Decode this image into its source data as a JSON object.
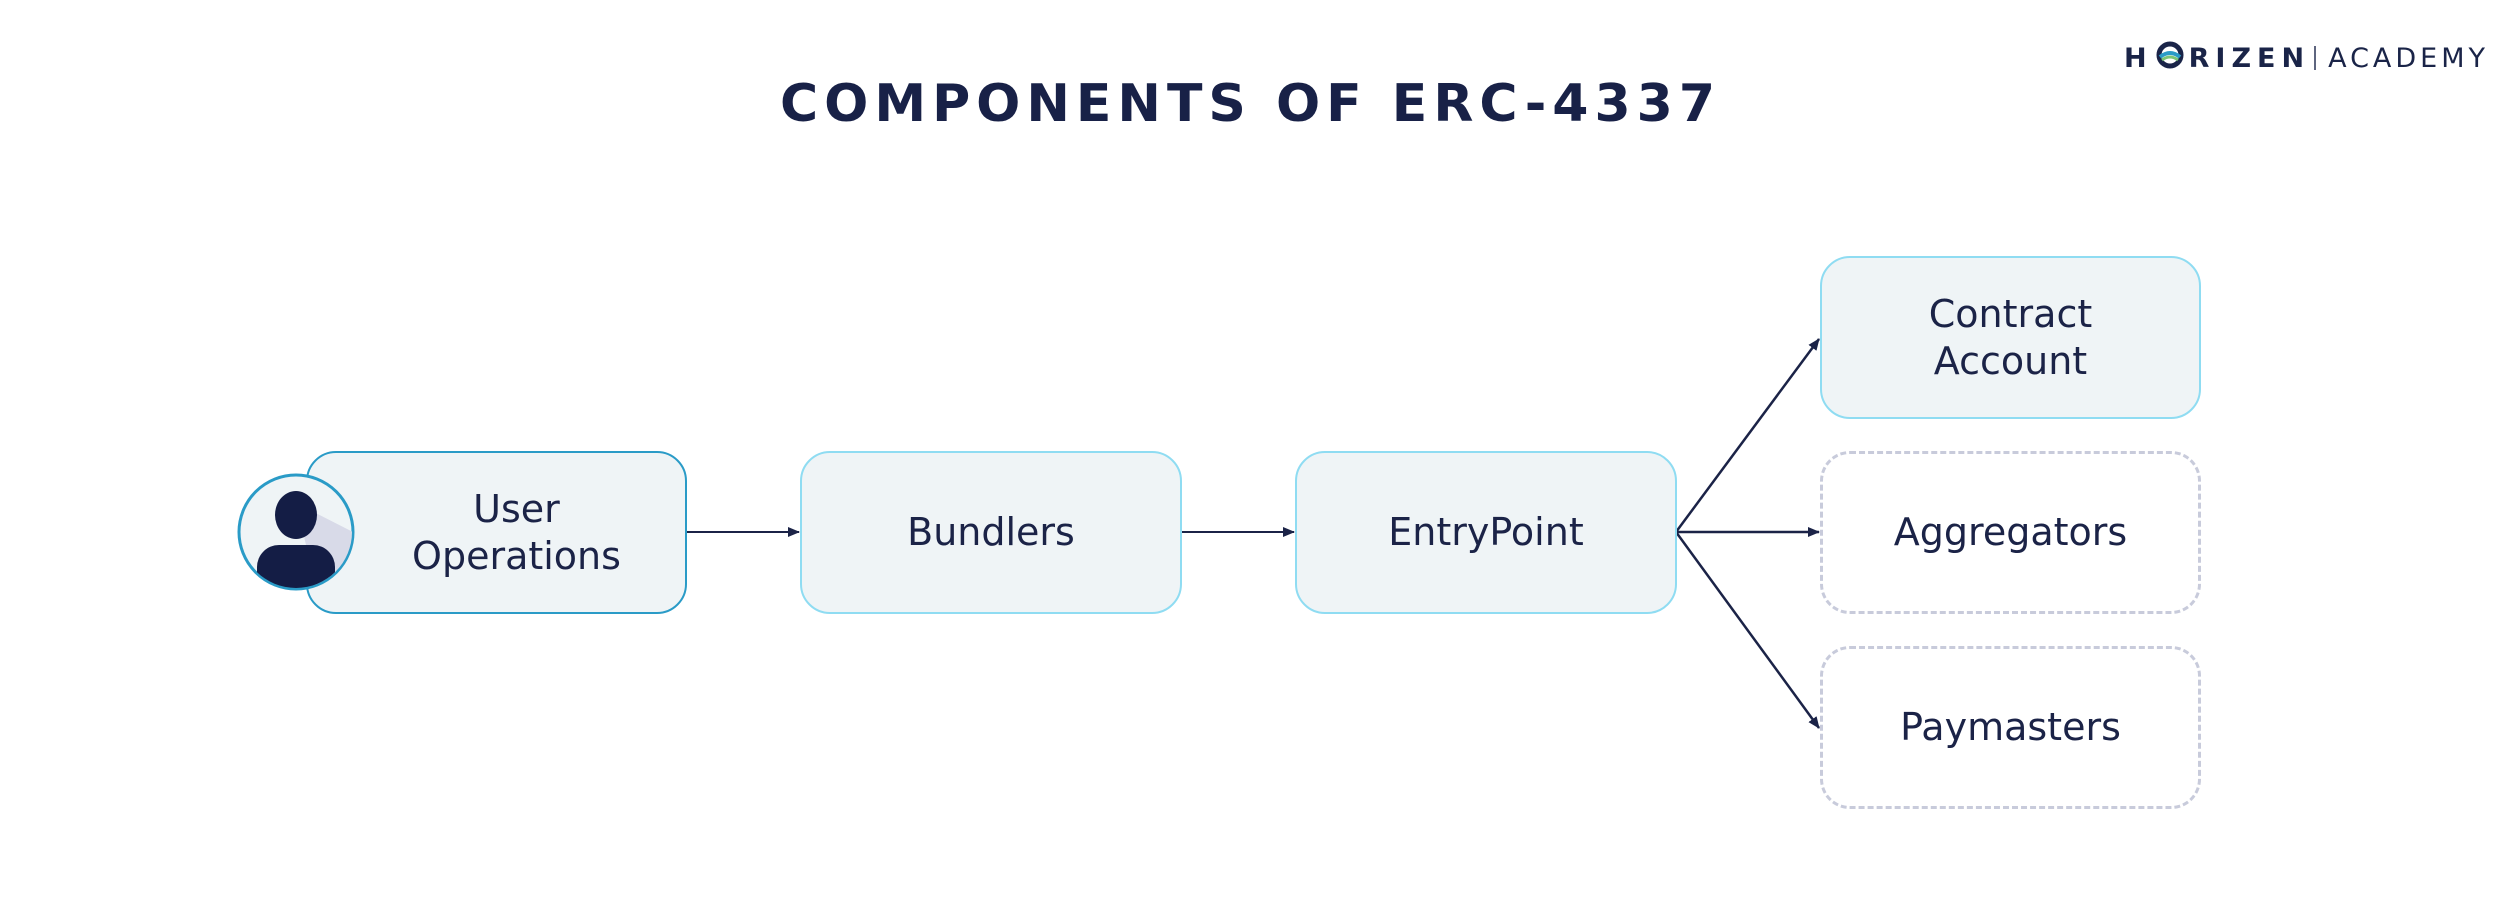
{
  "logo": {
    "left": "H",
    "right": "RIZEN",
    "academy": "ACADEMY"
  },
  "title": "COMPONENTS OF ERC-4337",
  "nodes": {
    "user_operations": {
      "line1": "User",
      "line2": "Operations"
    },
    "bundlers": {
      "label": "Bundlers"
    },
    "entrypoint": {
      "label": "EntryPoint"
    },
    "contract_account": {
      "line1": "Contract",
      "line2": "Account"
    },
    "aggregators": {
      "label": "Aggregators"
    },
    "paymasters": {
      "label": "Paymasters"
    }
  },
  "colors": {
    "text": "#1b2347",
    "box_fill": "#eff4f6",
    "box_border_light": "#8fdcf2",
    "box_border_dark": "#2a9bc7",
    "dashed_border": "#c8cbdb",
    "arrow": "#1b2347",
    "logo_blue": "#2a9bc7",
    "logo_green": "#7cc576"
  }
}
